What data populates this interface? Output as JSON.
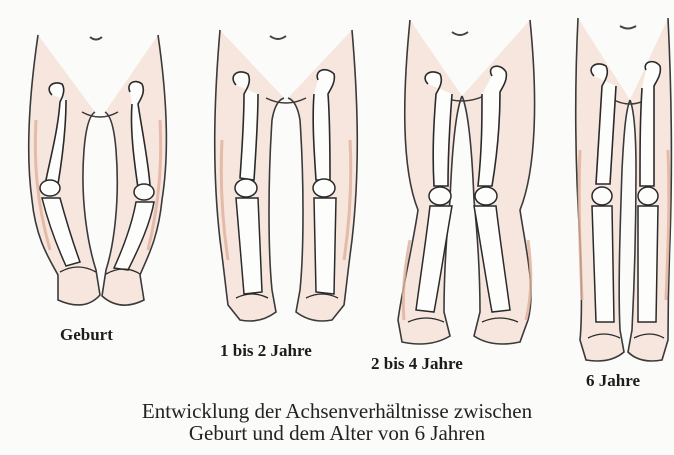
{
  "figure": {
    "stages": [
      {
        "label": "Geburt",
        "alignment": "bowed"
      },
      {
        "label": "1 bis 2 Jahre",
        "alignment": "straight"
      },
      {
        "label": "2 bis 4 Jahre",
        "alignment": "knock-kneed"
      },
      {
        "label": "6 Jahre",
        "alignment": "straight"
      }
    ],
    "caption": {
      "line1": "Entwicklung der Achsenverhältnisse zwischen",
      "line2": "Geburt und dem Alter von 6 Jahren"
    }
  },
  "colors": {
    "skin_outline": "#3a3a3a",
    "skin_shade": "#e9c9b8",
    "bone_fill": "#fdfdfc",
    "bone_outline": "#2a2a2a"
  }
}
